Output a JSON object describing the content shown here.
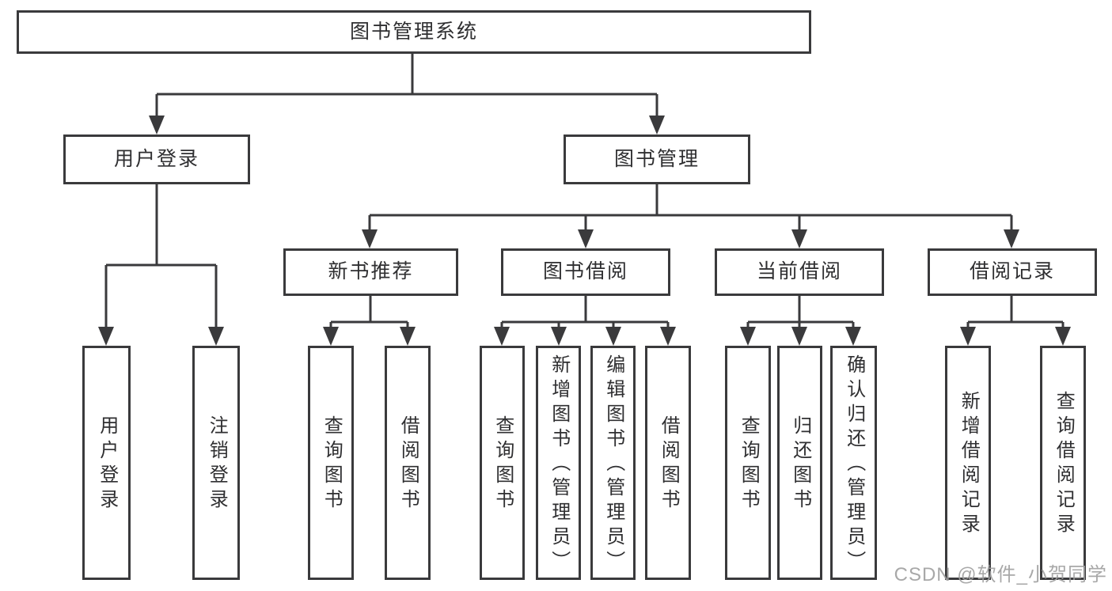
{
  "watermark": "CSDN @软件_小贺同学",
  "colors": {
    "line": "#3a3a3c",
    "box_border": "#3a3a3c",
    "text": "#2f2f31",
    "background": "#ffffff",
    "watermark": "#9e9e9e"
  },
  "tree": {
    "label": "图书管理系统",
    "children": [
      {
        "label": "用户登录",
        "children": [
          {
            "label": "用户登录"
          },
          {
            "label": "注销登录"
          }
        ]
      },
      {
        "label": "图书管理",
        "children": [
          {
            "label": "新书推荐",
            "children": [
              {
                "label": "查询图书"
              },
              {
                "label": "借阅图书"
              }
            ]
          },
          {
            "label": "图书借阅",
            "children": [
              {
                "label": "查询图书"
              },
              {
                "label": "新增图书（管理员）"
              },
              {
                "label": "编辑图书（管理员）"
              },
              {
                "label": "借阅图书"
              }
            ]
          },
          {
            "label": "当前借阅",
            "children": [
              {
                "label": "查询图书"
              },
              {
                "label": "归还图书"
              },
              {
                "label": "确认归还（管理员）"
              }
            ]
          },
          {
            "label": "借阅记录",
            "children": [
              {
                "label": "新增借阅记录"
              },
              {
                "label": "查询借阅记录"
              }
            ]
          }
        ]
      }
    ]
  }
}
